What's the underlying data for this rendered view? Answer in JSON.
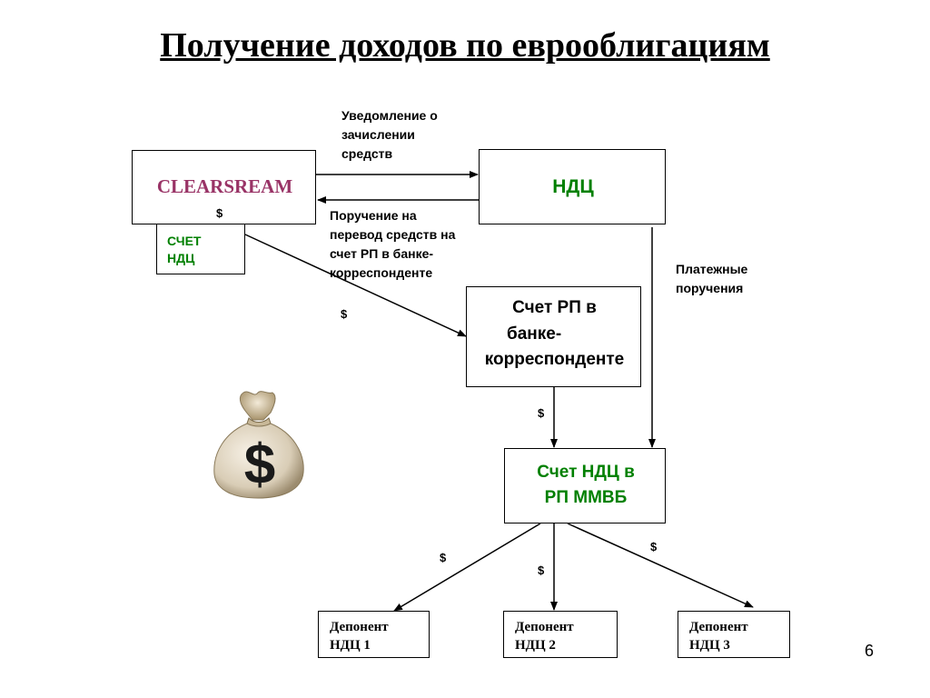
{
  "title": "Получение доходов по еврооблигациям",
  "boxes": {
    "clearstream": "CLEARSREAM",
    "schet_ndc": [
      "СЧЕТ",
      "НДЦ"
    ],
    "ndc": "НДЦ",
    "schet_rp": [
      "Счет РП в",
      "банке-",
      "корреспонденте"
    ],
    "schet_ndc_mmvb": [
      "Счет НДЦ в",
      "РП ММВБ"
    ],
    "deponent1": [
      "Депонент",
      "НДЦ 1"
    ],
    "deponent2": [
      "Депонент",
      "НДЦ 2"
    ],
    "deponent3": [
      "Депонент",
      "НДЦ 3"
    ]
  },
  "labels": {
    "notification": [
      "Уведомление о",
      "зачислении",
      "средств"
    ],
    "transfer_order": [
      "Поручение на",
      "перевод средств на",
      "счет РП в  банке-",
      "корреспонденте"
    ],
    "payment_orders": [
      "Платежные",
      "поручения"
    ],
    "dollar": "$"
  },
  "colors": {
    "clearstream_text": "#993366",
    "ndc_text": "#008000"
  },
  "icons": {
    "money_bag": "money-bag-icon"
  },
  "slide_number": "6"
}
